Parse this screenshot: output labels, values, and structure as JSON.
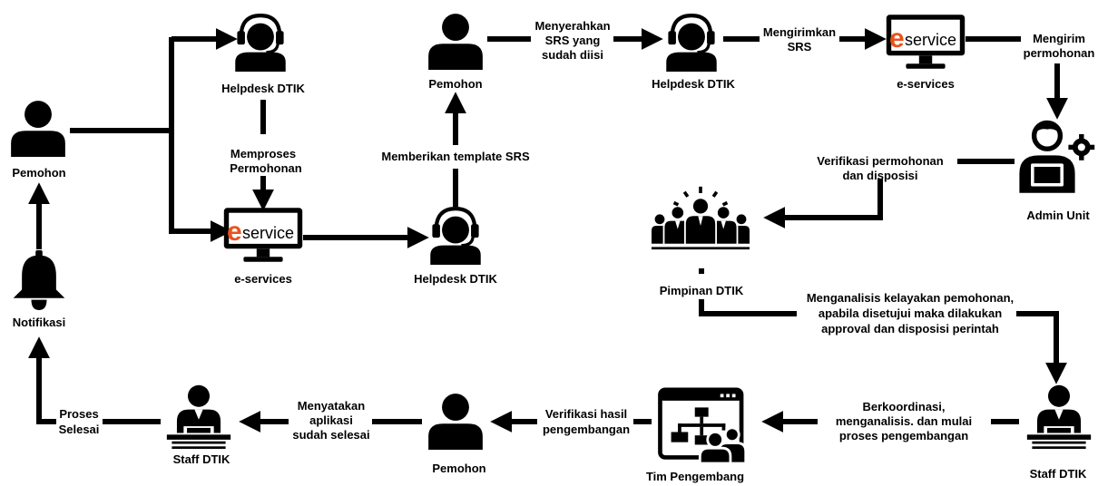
{
  "nodes": {
    "pemohon_left": "Pemohon",
    "helpdesk_top_left": "Helpdesk DTIK",
    "pemohon_top": "Pemohon",
    "helpdesk_top_mid": "Helpdesk DTIK",
    "eservices_top": "e-services",
    "eservices_mid": "e-services",
    "helpdesk_mid": "Helpdesk DTIK",
    "admin_unit": "Admin Unit",
    "pimpinan": "Pimpinan DTIK",
    "notifikasi": "Notifikasi",
    "staff_left": "Staff DTIK",
    "pemohon_bottom": "Pemohon",
    "tim_pengembang": "Tim Pengembang",
    "staff_right": "Staff DTIK"
  },
  "edges": {
    "memproses_1": "Memproses",
    "memproses_2": "Permohonan",
    "template": "Memberikan template SRS",
    "menyerahkan_1": "Menyerahkan",
    "menyerahkan_2": "SRS yang",
    "menyerahkan_3": "sudah diisi",
    "mengirimkan_1": "Mengirimkan",
    "mengirimkan_2": "SRS",
    "mengirim_1": "Mengirim",
    "mengirim_2": "permohonan",
    "verif_1": "Verifikasi permohonan",
    "verif_2": "dan disposisi",
    "analisis_1": "Menganalisis kelayakan pemohonan,",
    "analisis_2": "apabila disetujui maka dilakukan",
    "analisis_3": "approval dan disposisi perintah",
    "koordinasi_1": "Berkoordinasi,",
    "koordinasi_2": "menganalisis. dan mulai",
    "koordinasi_3": "proses pengembangan",
    "verif_hasil_1": "Verifikasi hasil",
    "verif_hasil_2": "pengembangan",
    "menyatakan_1": "Menyatakan",
    "menyatakan_2": "aplikasi",
    "menyatakan_3": "sudah selesai",
    "proses_1": "Proses",
    "proses_2": "Selesai"
  },
  "logo": {
    "e": "e",
    "text": "service"
  },
  "icons": {
    "person": "person-icon",
    "helpdesk": "headset-agent-icon",
    "monitor": "monitor-icon",
    "admin": "admin-gear-icon",
    "team": "leadership-team-icon",
    "bell": "bell-icon",
    "staff": "desk-staff-icon",
    "developer": "development-team-icon"
  },
  "colors": {
    "ink": "#000000",
    "logo_e": "#e8531e",
    "background": "#ffffff"
  }
}
